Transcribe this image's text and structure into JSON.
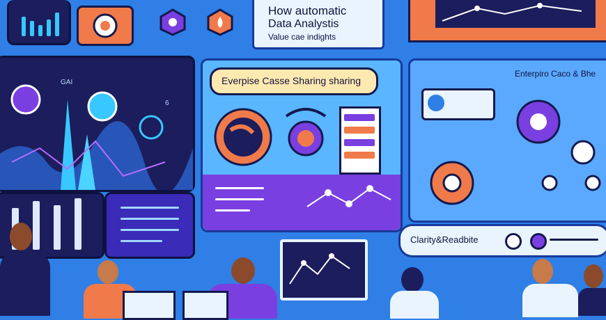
{
  "headline": {
    "line1": "How automatic",
    "line2": "Data Analystis",
    "line3": "Value cae indights"
  },
  "center_panel": {
    "title": "Everpise Casse Sharing sharing"
  },
  "right_panel": {
    "title": "Enterpiro Caco & Bhe"
  },
  "bottom_right": {
    "label": "Clarity&Readbite"
  },
  "left_panel": {
    "tag1": "GAI",
    "tag2": "6"
  },
  "colors": {
    "background": "#2f7fe6",
    "accent_orange": "#f07a4a",
    "accent_purple": "#7a3fe0",
    "dark_navy": "#1b1d5c"
  }
}
